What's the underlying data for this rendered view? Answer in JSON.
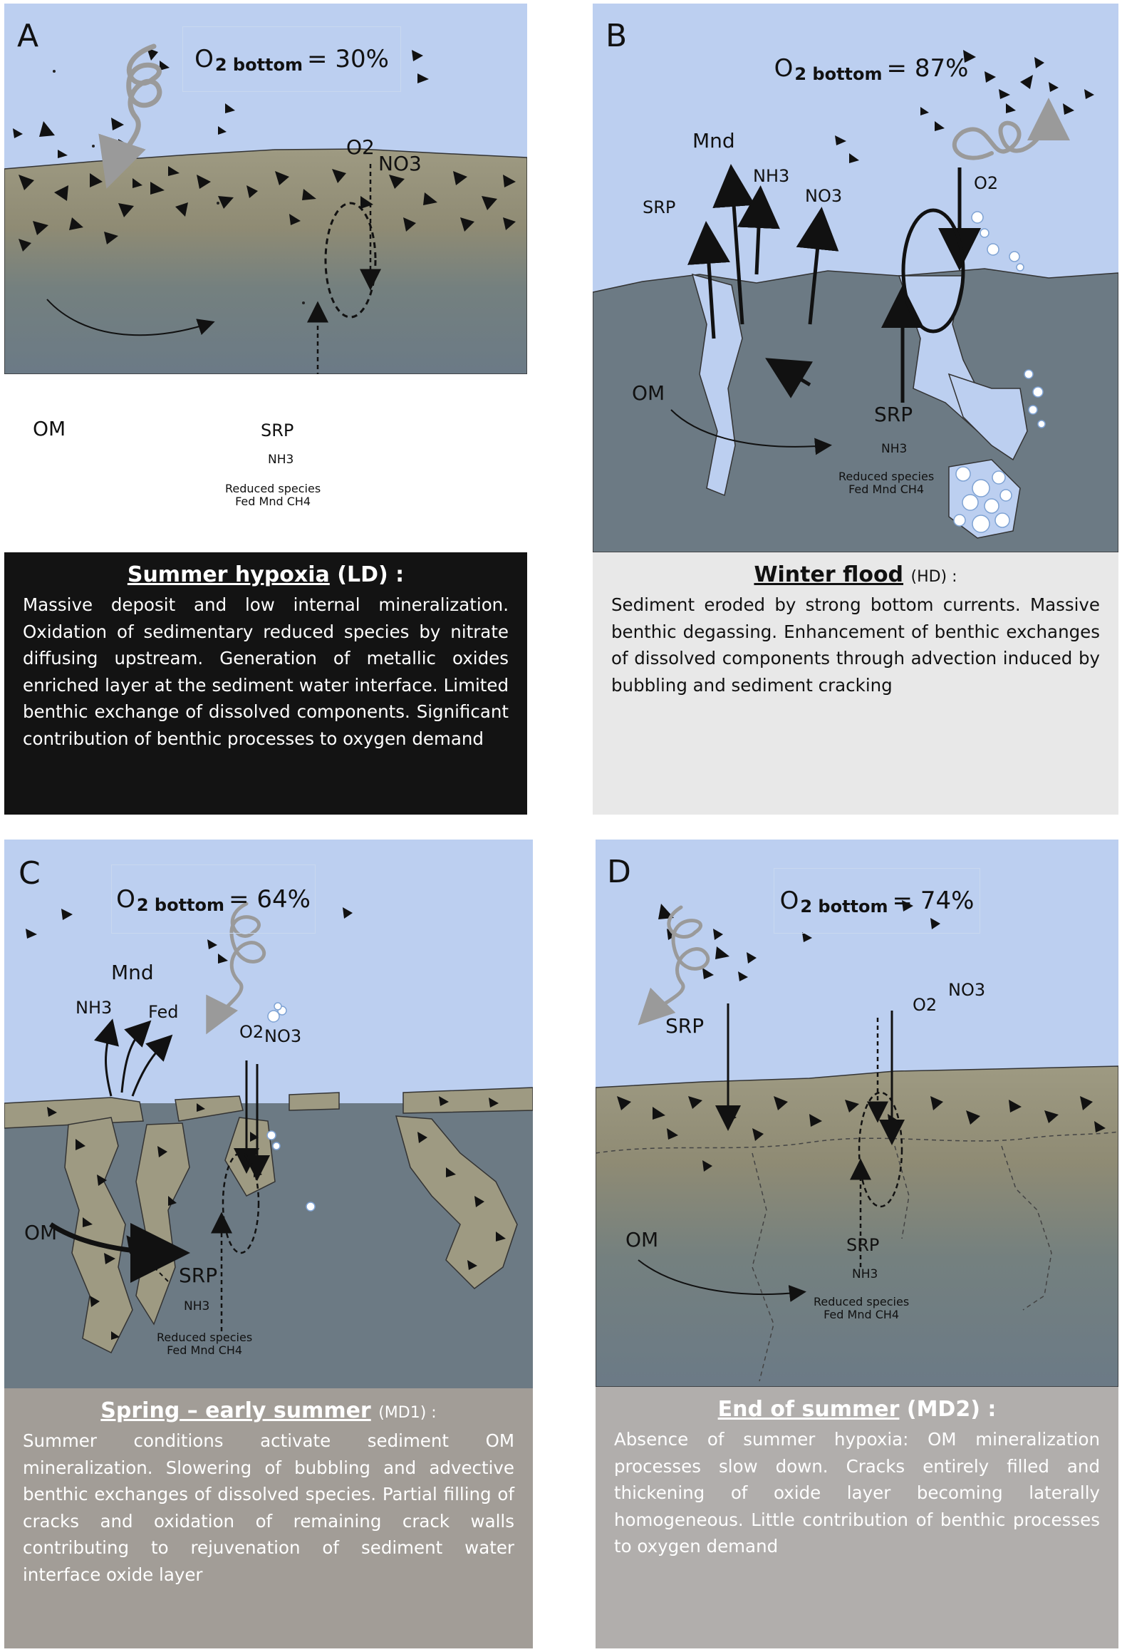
{
  "panels": {
    "a": {
      "letter": "A",
      "o2_label": "O",
      "o2_sub": "2 bottom",
      "o2_value": "= 30%",
      "labels": {
        "o2": "O2",
        "no3": "NO3",
        "om": "OM",
        "srp": "SRP",
        "nh3": "NH3",
        "reduced": "Reduced species",
        "species": "Fed Mnd CH4"
      },
      "caption_title": "Summer hypoxia",
      "caption_abbr": "(LD) :",
      "caption_text": "Massive deposit and low internal mineralization. Oxidation of sedimentary reduced species by nitrate diffusing upstream. Generation of metallic oxides enriched layer at the sediment water interface. Limited benthic exchange of dissolved components. Significant contribution of benthic processes to oxygen demand"
    },
    "b": {
      "letter": "B",
      "o2_label": "O",
      "o2_sub": "2 bottom",
      "o2_value": "= 87%",
      "labels": {
        "mnd": "Mnd",
        "nh3": "NH3",
        "srp": "SRP",
        "no3": "NO3",
        "o2": "O2",
        "om": "OM",
        "srp2": "SRP",
        "nh3b": "NH3",
        "reduced": "Reduced species",
        "species": "Fed Mnd CH4"
      },
      "caption_title": "Winter flood",
      "caption_abbr": "(HD) :",
      "caption_text": "Sediment eroded by strong bottom currents. Massive benthic degassing. Enhancement of benthic exchanges of dissolved components through advection induced by bubbling and sediment cracking"
    },
    "c": {
      "letter": "C",
      "o2_label": "O",
      "o2_sub": "2 bottom",
      "o2_value": "= 64%",
      "labels": {
        "mnd": "Mnd",
        "nh3": "NH3",
        "fed": "Fed",
        "o2": "O2",
        "no3": "NO3",
        "om": "OM",
        "srp": "SRP",
        "nh3b": "NH3",
        "reduced": "Reduced species",
        "species": "Fed Mnd CH4"
      },
      "caption_title": "Spring – early summer",
      "caption_abbr": "(MD1) :",
      "caption_text": "Summer conditions activate sediment OM mineralization. Slowering of bubbling and advective benthic exchanges of dissolved species. Partial filling of cracks and oxidation of remaining crack walls contributing to rejuvenation of sediment water interface oxide layer"
    },
    "d": {
      "letter": "D",
      "o2_label": "O",
      "o2_sub": "2 bottom",
      "o2_value": "= 74%",
      "labels": {
        "srp": "SRP",
        "o2": "O2",
        "no3": "NO3",
        "om": "OM",
        "srp2": "SRP",
        "nh3": "NH3",
        "reduced": "Reduced species",
        "species": "Fed Mnd CH4"
      },
      "caption_title": "End of summer",
      "caption_abbr": "(MD2) :",
      "caption_text": "Absence of summer hypoxia: OM mineralization processes slow down. Cracks entirely filled and thickening of oxide layer becoming laterally homogeneous. Little contribution of benthic processes to oxygen demand"
    }
  },
  "colors": {
    "water": "#bccff0",
    "oxide": "#9e9a82",
    "sediment_deep": "#6d7c86",
    "sediment_grey": "#6c7a84",
    "caption_dark": "#131313",
    "caption_light": "#e8e8e8",
    "caption_grey": "#a29d97",
    "caption_grey2": "#b1aeac"
  }
}
